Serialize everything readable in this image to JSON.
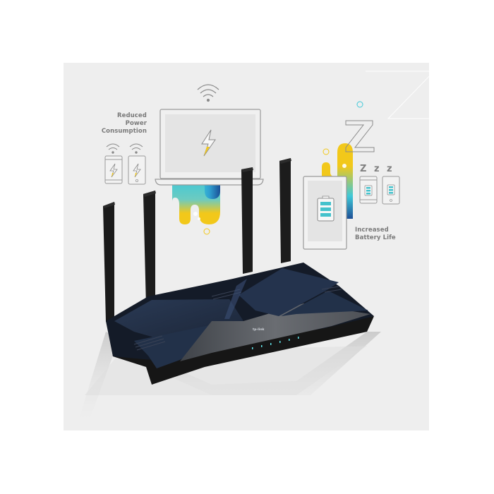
{
  "scene": {
    "description": "TP-Link Wi-Fi 6 router product illustration",
    "background_color": "#ffffff",
    "panel_color": "#eeeeee",
    "router_color": "#1f2a3d",
    "accent_colors": {
      "yellow": "#f2c81a",
      "cyan": "#3fc8d8",
      "blue": "#1e5aa0",
      "led": "#5fe0e6",
      "line": "#9a9a9a"
    }
  },
  "labels": {
    "reduced_power": {
      "line1": "Reduced",
      "line2": "Power",
      "line3": "Consumption"
    },
    "increased_battery": {
      "line1": "Increased",
      "line2": "Battery Life"
    },
    "sleep_text": "Z z z",
    "big_z": "Z"
  },
  "router": {
    "brand_logo": "tp-link",
    "antenna_count": 4,
    "led_count": 6
  },
  "icons": [
    "wifi-icon-laptop",
    "wifi-icon-phone-1",
    "wifi-icon-phone-2",
    "lightning-bolt-icon",
    "battery-icon"
  ]
}
